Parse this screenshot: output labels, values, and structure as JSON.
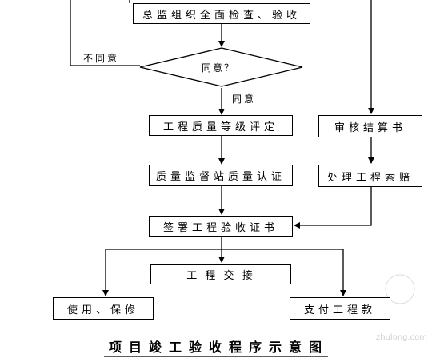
{
  "flow": {
    "inspect": "总监组织全面检查、验收",
    "decision": "同意？",
    "disagree": "不同意",
    "agree": "同意",
    "grade": "工程质量等级评定",
    "cert": "质量监督站质量认证",
    "audit": "审核结算书",
    "claim": "处理工程索赔",
    "sign": "签署工程验收证书",
    "handover": "工 程 交 接",
    "use": "使用、保修",
    "pay": "支付工程款"
  },
  "title": "项目竣工验收程序示意图",
  "watermark": "zhulong.com"
}
